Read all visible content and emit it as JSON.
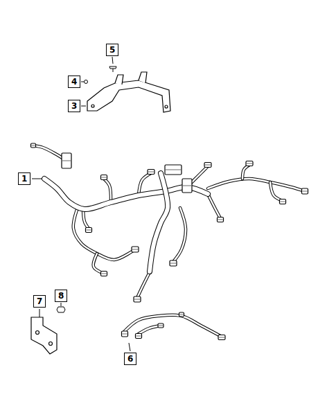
{
  "diagram": {
    "nodes": [
      {
        "text": [
          "5"
        ]
      },
      {
        "text": [
          "4"
        ]
      },
      {
        "text": [
          "3"
        ]
      },
      {
        "text": [
          "1"
        ]
      },
      {
        "text": [
          "7"
        ]
      },
      {
        "text": [
          "8"
        ]
      },
      {
        "text": [
          "6"
        ]
      }
    ],
    "edges": []
  }
}
